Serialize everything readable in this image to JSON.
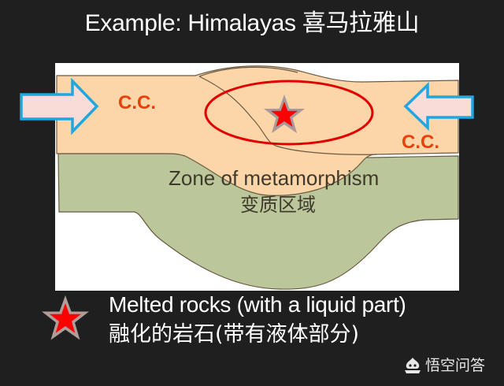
{
  "slide": {
    "title": "Example: Himalayas 喜马拉雅山"
  },
  "diagram": {
    "label_cc_left": "C.C.",
    "label_cc_right": "C.C.",
    "zone_label_en": "Zone of metamorphism",
    "zone_label_zh": "变质区域",
    "arrows": [
      {
        "direction": "right",
        "meaning": "compression-from-left"
      },
      {
        "direction": "left",
        "meaning": "compression-from-right"
      }
    ],
    "colors": {
      "panel_bg": "#ffffff",
      "crust_peach": "#fcd5a8",
      "mantle_green": "#bbc79a",
      "outline": "#6b5a43",
      "arrow_fill": "#f9dcd8",
      "arrow_stroke": "#1ea7e1",
      "ellipse_stroke": "#e00000",
      "star_fill": "#ff0000",
      "star_outline": "#a89a9a",
      "cc_label": "#e8400c"
    }
  },
  "legend": {
    "icon": "red-star-icon",
    "text_en": "Melted rocks (with a liquid part)",
    "text_zh": "融化的岩石(带有液体部分)"
  },
  "watermark": {
    "icon": "wukong-logo-icon",
    "text": "悟空问答"
  }
}
